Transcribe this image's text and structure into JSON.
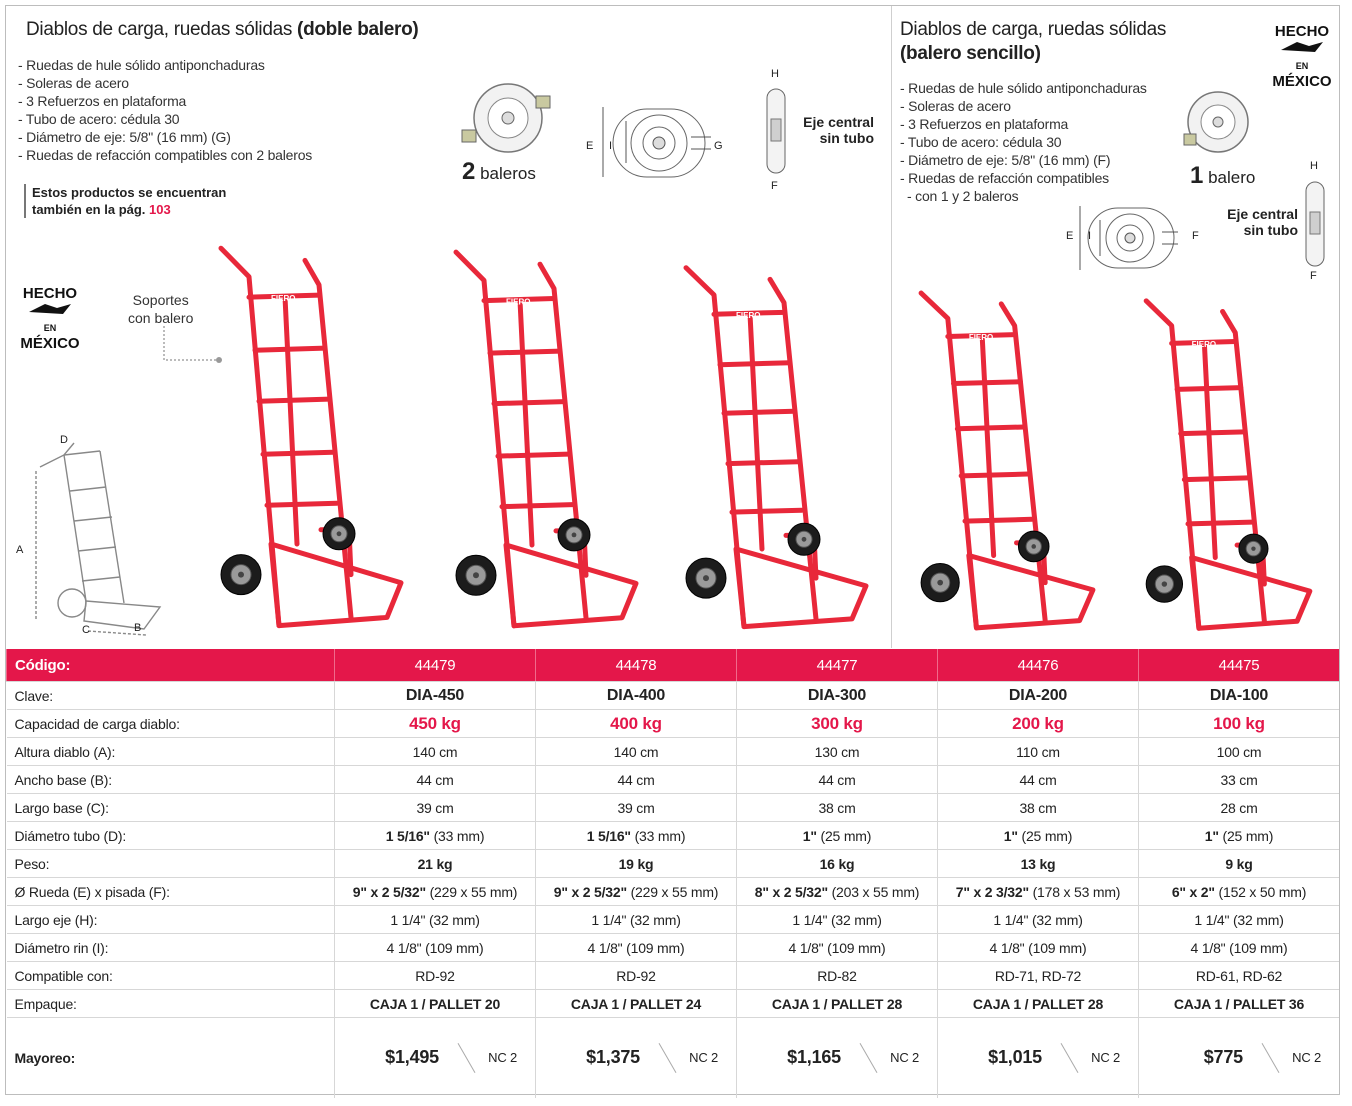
{
  "left_section": {
    "title_plain": "Diablos de carga, ruedas sólidas ",
    "title_bold": "(doble balero)",
    "features": [
      "Ruedas de hule sólido antiponchaduras",
      "Soleras de acero",
      "3 Refuerzos en plataforma",
      "Tubo de acero: cédula 30",
      "Diámetro de eje: 5/8\" (16 mm) (G)",
      "Ruedas de refacción compatibles con 2 baleros"
    ],
    "note_line1": "Estos productos se encuentran",
    "note_line2": "también en la pág. ",
    "note_page": "103",
    "bearing_count": "2",
    "bearing_word": "baleros",
    "support_label_1": "Soportes",
    "support_label_2": "con balero",
    "axle_label_1": "Eje central",
    "axle_label_2": "sin tubo",
    "made_in_1": "HECHO",
    "made_in_en": "EN",
    "made_in_2": "MÉXICO",
    "dims": {
      "E": "E",
      "I": "I",
      "G": "G",
      "H": "H",
      "F": "F",
      "A": "A",
      "B": "B",
      "C": "C",
      "D": "D"
    }
  },
  "right_section": {
    "title_line1": "Diablos de carga, ruedas sólidas",
    "title_line2": "(balero sencillo)",
    "features": [
      "Ruedas de hule sólido antiponchaduras",
      "Soleras de acero",
      "3 Refuerzos en plataforma",
      "Tubo de acero: cédula 30",
      "Diámetro de eje: 5/8\" (16 mm) (F)",
      "Ruedas de refacción compatibles",
      "con 1 y 2 baleros"
    ],
    "bearing_count": "1",
    "bearing_word": "balero",
    "axle_label_1": "Eje central",
    "axle_label_2": "sin tubo",
    "made_in_1": "HECHO",
    "made_in_en": "EN",
    "made_in_2": "MÉXICO",
    "brand": "FIERO"
  },
  "table": {
    "labels": [
      "Código:",
      "Clave:",
      "Capacidad de carga diablo:",
      "Altura diablo (A):",
      "Ancho base (B):",
      "Largo base (C):",
      "Diámetro tubo (D):",
      "Peso:",
      "Ø Rueda (E) x pisada (F):",
      "Largo eje (H):",
      "Diámetro rin (I):",
      "Compatible con:",
      "Empaque:",
      "Mayoreo:"
    ],
    "products": [
      {
        "codigo": "44479",
        "clave": "DIA-450",
        "capacidad": "450 kg",
        "altura": "140 cm",
        "ancho": "44 cm",
        "largo": "39 cm",
        "tubo_bold": "1 5/16\"",
        "tubo_rest": " (33 mm)",
        "peso": "21 kg",
        "rueda_bold": "9\" x 2 5/32\"",
        "rueda_rest": " (229 x 55 mm)",
        "eje": "1 1/4\" (32 mm)",
        "rin": "4 1/8\" (109 mm)",
        "compatible": "RD-92",
        "empaque": "CAJA 1 / PALLET 20",
        "precio": "$1,495",
        "nc": "NC 2"
      },
      {
        "codigo": "44478",
        "clave": "DIA-400",
        "capacidad": "400 kg",
        "altura": "140 cm",
        "ancho": "44 cm",
        "largo": "39 cm",
        "tubo_bold": "1 5/16\"",
        "tubo_rest": " (33 mm)",
        "peso": "19 kg",
        "rueda_bold": "9\" x 2 5/32\"",
        "rueda_rest": " (229 x 55 mm)",
        "eje": "1 1/4\" (32 mm)",
        "rin": "4 1/8\" (109 mm)",
        "compatible": "RD-92",
        "empaque": "CAJA 1 / PALLET 24",
        "precio": "$1,375",
        "nc": "NC 2"
      },
      {
        "codigo": "44477",
        "clave": "DIA-300",
        "capacidad": "300 kg",
        "altura": "130 cm",
        "ancho": "44 cm",
        "largo": "38 cm",
        "tubo_bold": "1\"",
        "tubo_rest": " (25 mm)",
        "peso": "16 kg",
        "rueda_bold": "8\" x 2 5/32\"",
        "rueda_rest": " (203 x 55 mm)",
        "eje": "1 1/4\" (32 mm)",
        "rin": "4 1/8\" (109 mm)",
        "compatible": "RD-82",
        "empaque": "CAJA 1 / PALLET 28",
        "precio": "$1,165",
        "nc": "NC 2"
      },
      {
        "codigo": "44476",
        "clave": "DIA-200",
        "capacidad": "200 kg",
        "altura": "110 cm",
        "ancho": "44 cm",
        "largo": "38 cm",
        "tubo_bold": "1\"",
        "tubo_rest": " (25 mm)",
        "peso": "13 kg",
        "rueda_bold": "7\" x 2 3/32\"",
        "rueda_rest": " (178 x 53 mm)",
        "eje": "1 1/4\" (32 mm)",
        "rin": "4 1/8\" (109 mm)",
        "compatible": "RD-71, RD-72",
        "empaque": "CAJA 1 / PALLET 28",
        "precio": "$1,015",
        "nc": "NC 2"
      },
      {
        "codigo": "44475",
        "clave": "DIA-100",
        "capacidad": "100 kg",
        "altura": "100 cm",
        "ancho": "33 cm",
        "largo": "28 cm",
        "tubo_bold": "1\"",
        "tubo_rest": " (25 mm)",
        "peso": "9 kg",
        "rueda_bold": "6\" x 2\"",
        "rueda_rest": " (152 x 50 mm)",
        "eje": "1 1/4\" (32 mm)",
        "rin": "4 1/8\" (109 mm)",
        "compatible": "RD-61, RD-62",
        "empaque": "CAJA 1 / PALLET 36",
        "precio": "$775",
        "nc": "NC 2"
      }
    ]
  },
  "colors": {
    "accent": "#e4174a",
    "cart_red": "#e8283a",
    "text": "#222222"
  }
}
